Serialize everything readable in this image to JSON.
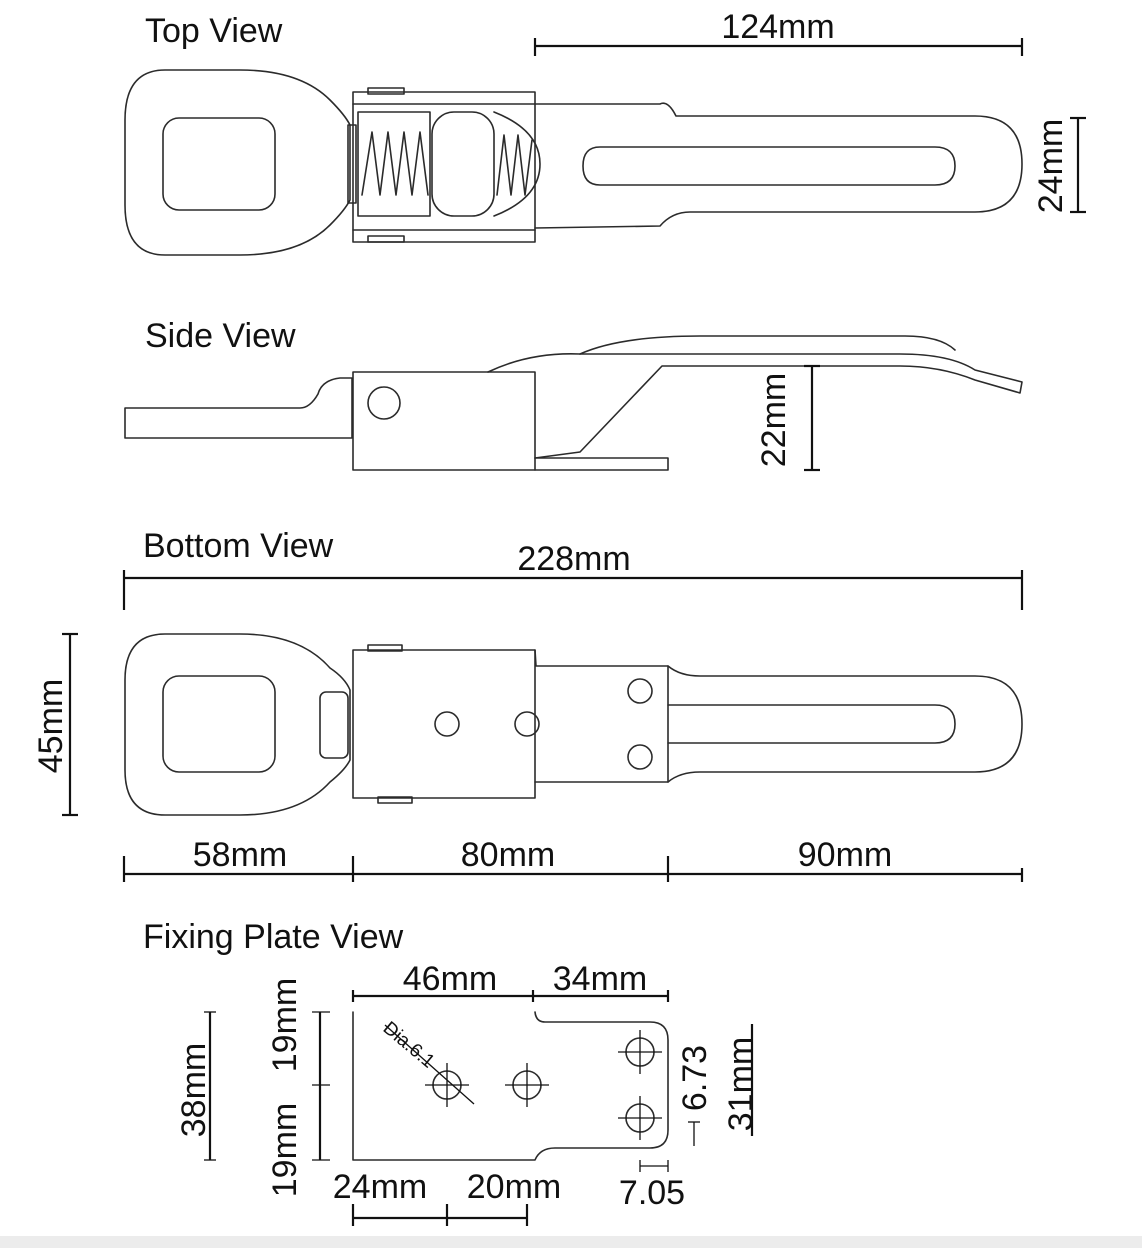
{
  "views": {
    "top": {
      "title": "Top View",
      "length": "124mm",
      "width": "24mm"
    },
    "side": {
      "title": "Side View",
      "height": "22mm"
    },
    "bottom": {
      "title": "Bottom View",
      "overall": "228mm",
      "height": "45mm",
      "seg1": "58mm",
      "seg2": "80mm",
      "seg3": "90mm"
    },
    "plate": {
      "title": "Fixing Plate View",
      "w1": "46mm",
      "w2": "34mm",
      "h_top": "19mm",
      "h_bottom": "19mm",
      "h_total": "38mm",
      "dia": "Dia.6.1",
      "x1": "24mm",
      "x2": "20mm",
      "hole_offset": "6.73",
      "right_height": "31mm",
      "edge": "7.05"
    }
  },
  "colors": {
    "line": "#2b2b2b",
    "dimension": "#111111",
    "background": "#ffffff"
  }
}
